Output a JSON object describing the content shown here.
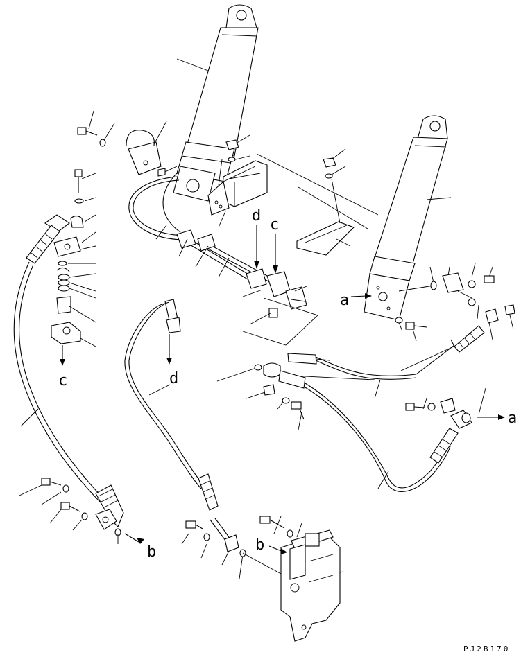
{
  "labels": {
    "a_left": "a",
    "a_right": "a",
    "b_bottom": "b",
    "b_valve": "b",
    "c_left": "c",
    "c_mid": "c",
    "d_left": "d",
    "d_mid": "d"
  },
  "drawing_code": "PJ2B170"
}
